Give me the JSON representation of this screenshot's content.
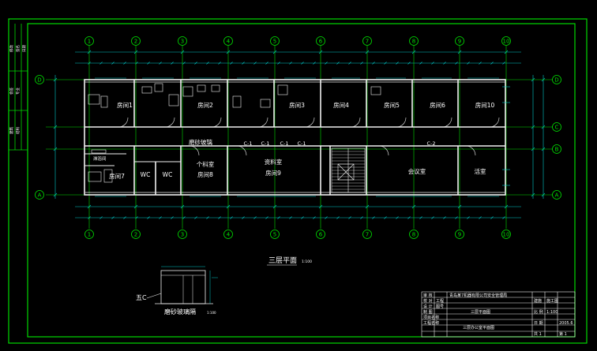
{
  "colors": {
    "background": "#000000",
    "frame": "#00d800",
    "walls": "#f0f0f0",
    "dims": "#00c8c8",
    "grid": "#00e000",
    "text": "#ffffff"
  },
  "axes": {
    "columns": [
      "1",
      "2",
      "3",
      "4",
      "5",
      "6",
      "7",
      "8",
      "9",
      "10"
    ],
    "rows": [
      "D",
      "C",
      "B",
      "A"
    ]
  },
  "rooms": {
    "r1": "房间1",
    "r2": "房间2",
    "r3": "房间3",
    "r4": "房间4",
    "r5": "房间5",
    "r6": "房间6",
    "r10": "房间10",
    "r7": "房间7",
    "wc1": "WC",
    "wc2": "WC",
    "r8a": "个科室",
    "r8b": "房间8",
    "r9a": "资料室",
    "r9b": "房间9",
    "meeting": "会议室",
    "lounge": "活室",
    "shower": "淋浴间",
    "glass_top": "磨砂玻璃"
  },
  "doors": {
    "c1a": "C-1",
    "c1b": "C-1",
    "c1c": "C-1",
    "c1d": "C-1",
    "c2": "C-2"
  },
  "plan": {
    "title": "三层平面",
    "scale": "1:100"
  },
  "detail": {
    "title": "磨砂玻璃隔",
    "scale": "1:100",
    "label": "五C"
  },
  "titleblock": {
    "company": "青岛某7机器有限公司安全管理局",
    "c1": "审 核",
    "c2": "校 对",
    "c3": "设 计",
    "c4": "制 图",
    "c5": "项目名称",
    "c6": "工程名称",
    "subject": "三层办公室平面图",
    "drawing": "三层平面图",
    "h_left_1": "工程",
    "h_left_2": "图号",
    "r1": "建施",
    "r2": "比 例",
    "r3": "日 期",
    "v1": "施工图",
    "v2": "1:100",
    "v3": "2005.6",
    "v4": "共 1",
    "v5": "第 1"
  },
  "sidebar": {
    "s1": "修改",
    "s2": "签名",
    "s3": "日期",
    "s4": "会签",
    "s5": "专业",
    "s6": "建筑",
    "s7": "结构"
  }
}
